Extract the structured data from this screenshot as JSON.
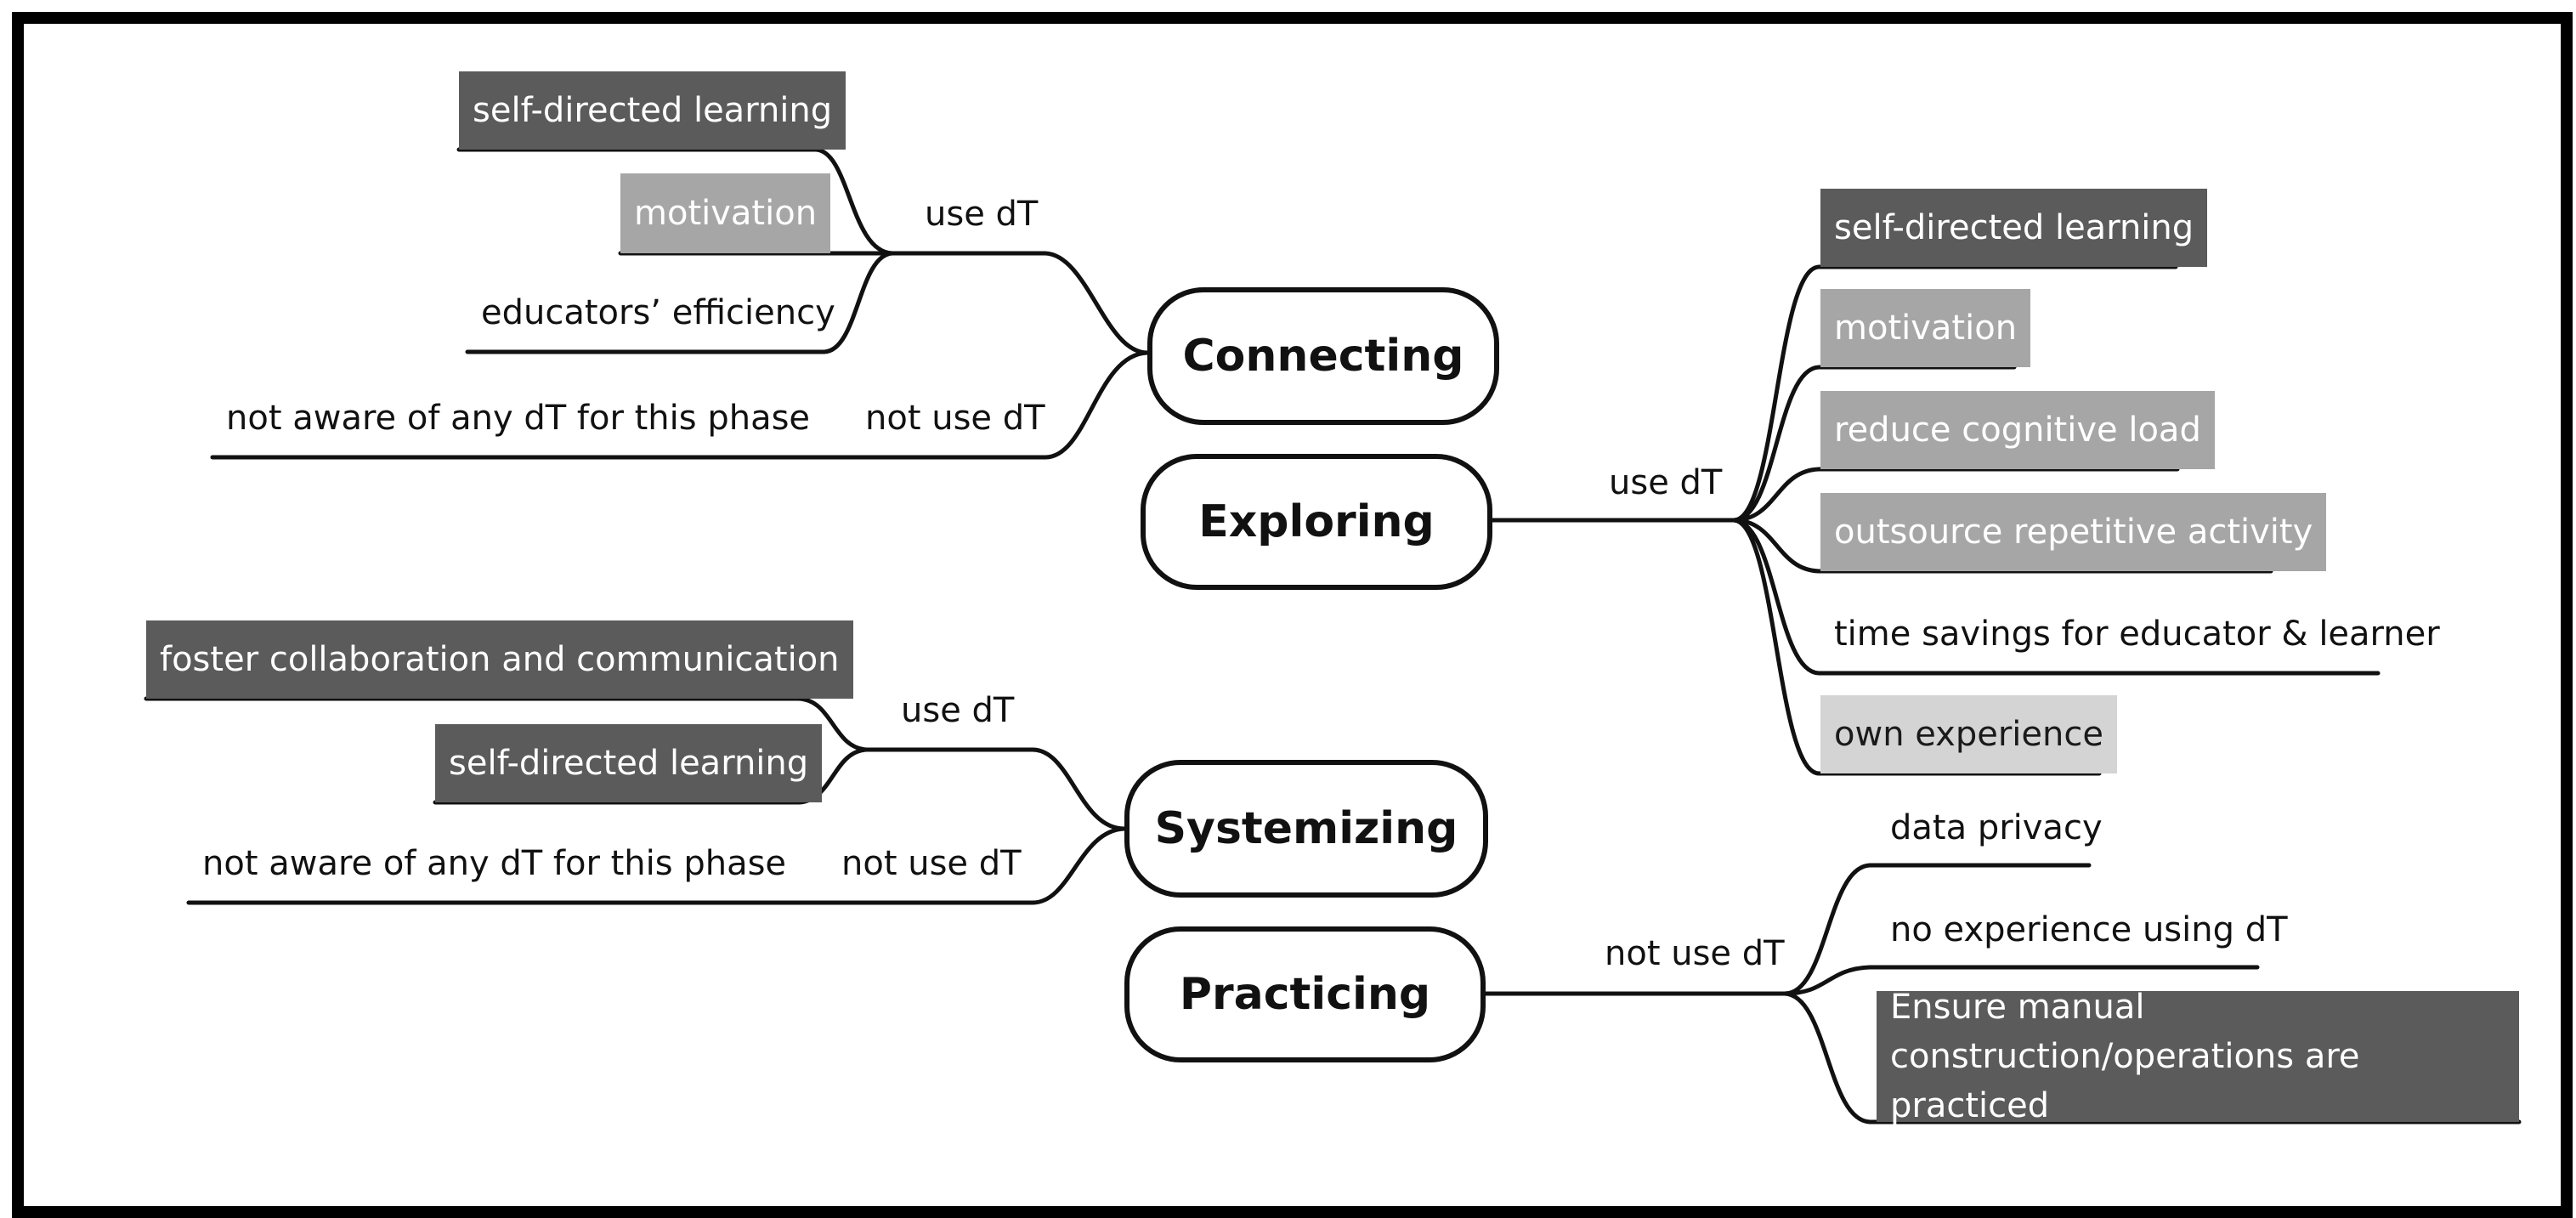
{
  "phases": {
    "connecting": {
      "label": "Connecting",
      "use_label": "use dT",
      "not_use_label": "not use dT",
      "use_items": [
        "self-directed learning",
        "motivation",
        "educators’ efficiency"
      ],
      "not_use_items": [
        "not aware of any dT for this phase"
      ]
    },
    "exploring": {
      "label": "Exploring",
      "use_label": "use dT",
      "use_items": [
        "self-directed learning",
        "motivation",
        "reduce cognitive load",
        "outsource repetitive activity",
        "time savings for educator & learner",
        "own experience"
      ]
    },
    "systemizing": {
      "label": "Systemizing",
      "use_label": "use dT",
      "not_use_label": "not use dT",
      "use_items": [
        "foster collaboration and communication",
        "self-directed learning"
      ],
      "not_use_items": [
        "not aware of any dT for this phase"
      ]
    },
    "practicing": {
      "label": "Practicing",
      "not_use_label": "not use dT",
      "not_use_items": [
        "data privacy",
        "no experience using dT",
        "Ensure manual construction/operations are practiced"
      ]
    }
  },
  "colors": {
    "dark": "#5b5b5b",
    "mid": "#a6a6a6",
    "light": "#d4d4d4",
    "line": "#111111"
  }
}
